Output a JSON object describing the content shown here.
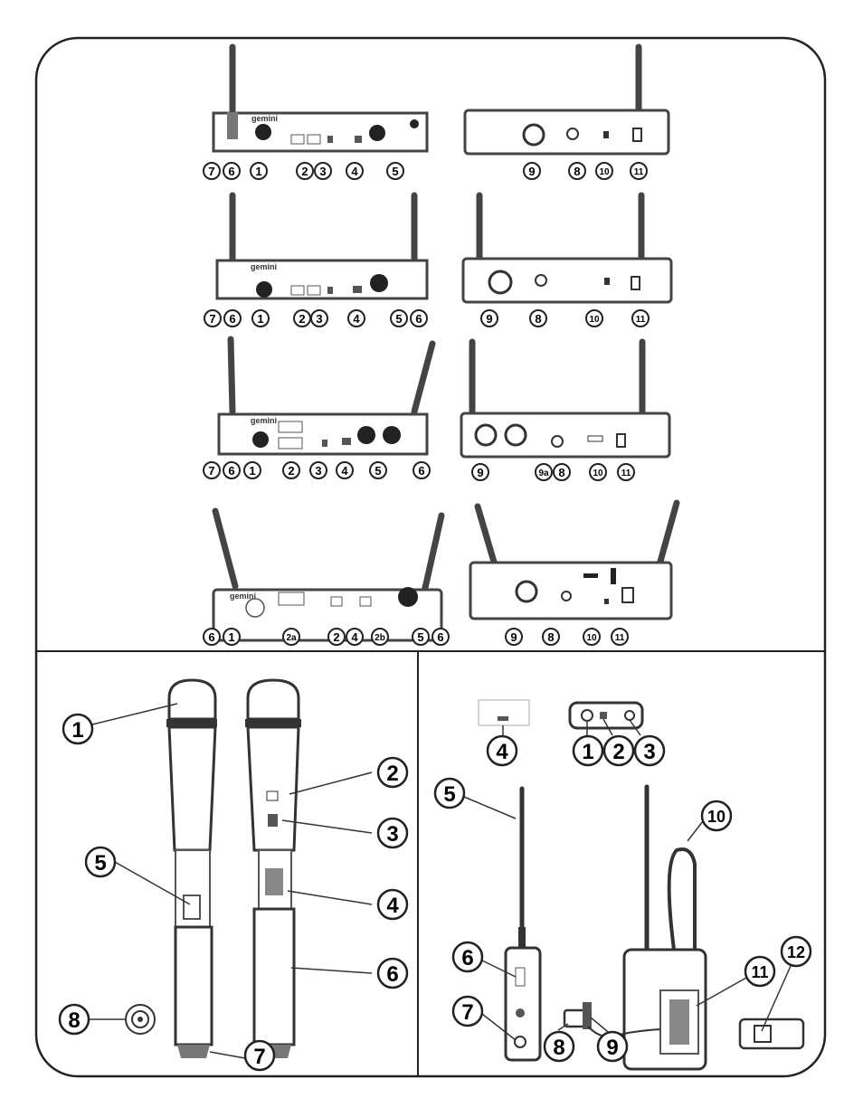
{
  "brand": "gemini",
  "receivers": [
    {
      "front_callouts": [
        "7",
        "6",
        "1",
        "2",
        "3",
        "4",
        "5"
      ],
      "rear_callouts": [
        "9",
        "8",
        "10",
        "11"
      ]
    },
    {
      "front_callouts": [
        "7",
        "6",
        "1",
        "2",
        "3",
        "4",
        "5",
        "6"
      ],
      "rear_callouts": [
        "9",
        "8",
        "10",
        "11"
      ]
    },
    {
      "front_callouts": [
        "7",
        "6",
        "1",
        "2",
        "3",
        "4",
        "5",
        "6"
      ],
      "rear_callouts": [
        "9",
        "9a",
        "8",
        "10",
        "11"
      ]
    },
    {
      "front_callouts": [
        "6",
        "1",
        "2a",
        "2",
        "4",
        "2b",
        "5",
        "6"
      ],
      "rear_callouts": [
        "9",
        "8",
        "10",
        "11"
      ]
    }
  ],
  "handheld_callouts": [
    "1",
    "2",
    "3",
    "5",
    "4",
    "6",
    "8",
    "7"
  ],
  "bodypack_callouts": [
    "4",
    "1",
    "2",
    "3",
    "5",
    "10",
    "6",
    "11",
    "12",
    "7",
    "8",
    "9"
  ],
  "colors": {
    "line": "#2a2a2a",
    "device": "#555555",
    "background": "#ffffff"
  }
}
